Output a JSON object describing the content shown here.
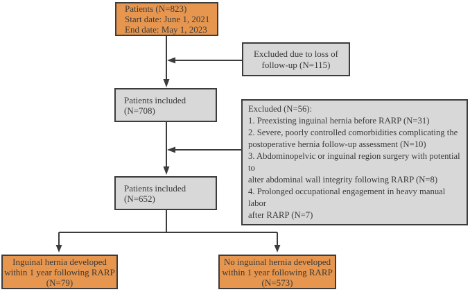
{
  "colors": {
    "box_orange": "#e6964f",
    "box_gray": "#d8d8d8",
    "border": "#3c3c3c",
    "line": "#3c3c3c",
    "text": "#3a3a3a",
    "background": "#ffffff"
  },
  "boxes": {
    "patients_initial": {
      "text": "Patients (N=823)\nStart date: June 1, 2021\nEnd date: May 1, 2023"
    },
    "excluded_followup": {
      "text": "Excluded due to loss of\nfollow-up (N=115)"
    },
    "included_708": {
      "text": "Patients included (N=708)"
    },
    "excluded_detailed": {
      "text": "Excluded (N=56):\n1. Preexisting inguinal hernia before RARP (N=31)\n2. Severe, poorly controlled comorbidities complicating the\npostoperative hernia follow-up assessment (N=10)\n3. Abdominopelvic or inguinal region surgery with potential to\nalter abdominal wall integrity following RARP (N=8)\n4. Prolonged occupational engagement in heavy manual labor\nafter RARP (N=7)"
    },
    "included_652": {
      "text": "Patients included (N=652)"
    },
    "hernia_developed": {
      "text": "Inguinal hernia developed\nwithin 1 year following RARP\n(N=79)"
    },
    "no_hernia": {
      "text": "No inguinal hernia developed\nwithin 1 year following RARP\n(N=573)"
    }
  },
  "arrows": [
    {
      "from": "patients_initial",
      "to": "included_708"
    },
    {
      "from": "excluded_followup",
      "to": "main-flow"
    },
    {
      "from": "included_708",
      "to": "included_652"
    },
    {
      "from": "excluded_detailed",
      "to": "main-flow"
    },
    {
      "from": "included_652",
      "to": "hernia_developed"
    },
    {
      "from": "included_652",
      "to": "no_hernia"
    }
  ]
}
